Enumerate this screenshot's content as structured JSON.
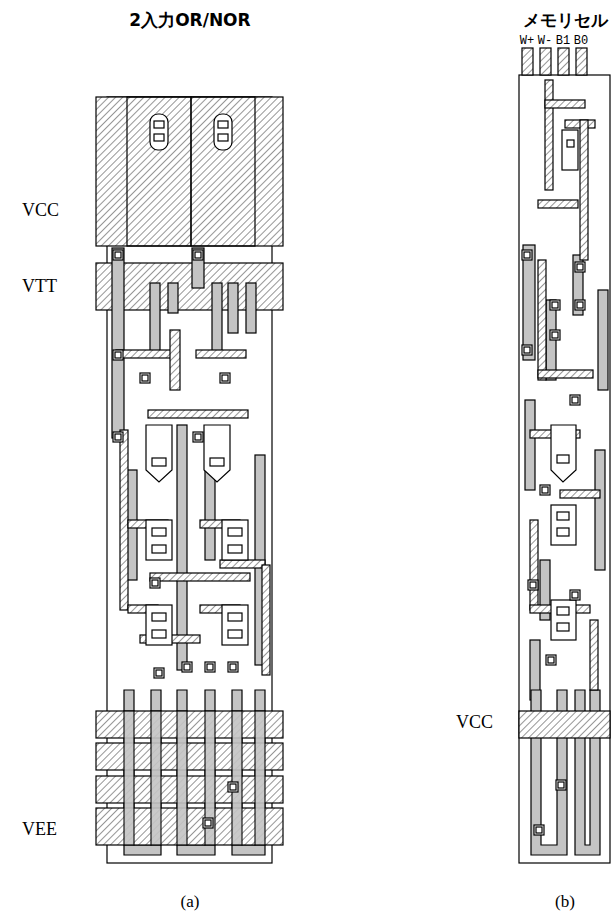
{
  "diagram": {
    "labels": [
      "2入力OR/NOR",
      "メモリセル",
      "W+",
      "W-",
      "B1",
      "B0",
      "VCC",
      "VTT",
      "VEE",
      "VCC",
      "(a)",
      "(b)"
    ]
  }
}
